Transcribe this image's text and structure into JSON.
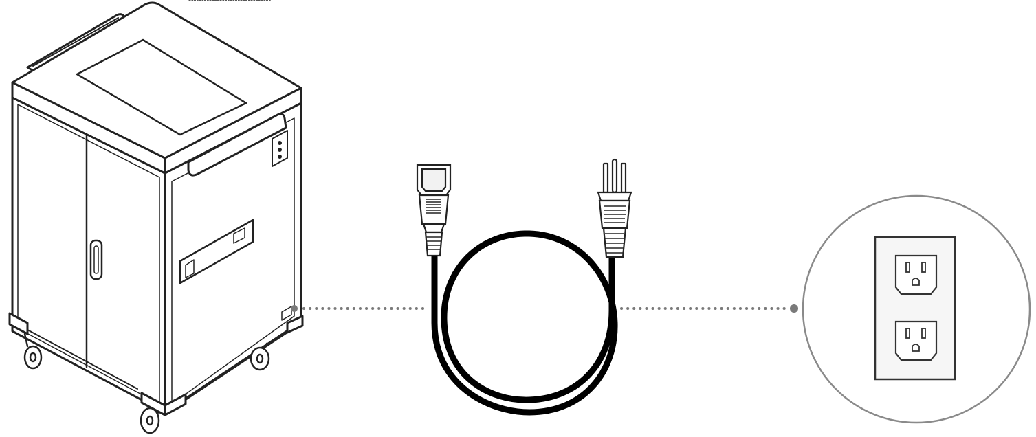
{
  "diagram": {
    "colors": {
      "line": "#222222",
      "cable": "#000000",
      "connector": "#7a7a7a",
      "connector_fill": "#ffffff",
      "panel_fill": "#f2f2f2",
      "outlet_fill": "#f6f6f6"
    },
    "nodes": [
      {
        "id": "cart",
        "icon": "charging-cart-icon"
      },
      {
        "id": "cord",
        "icon": "power-cord-icon"
      },
      {
        "id": "outlet",
        "icon": "wall-outlet-icon"
      }
    ],
    "edges": [
      {
        "from": "cart",
        "to": "cord",
        "style": "dotted"
      },
      {
        "from": "cord",
        "to": "outlet",
        "style": "dotted"
      }
    ]
  }
}
